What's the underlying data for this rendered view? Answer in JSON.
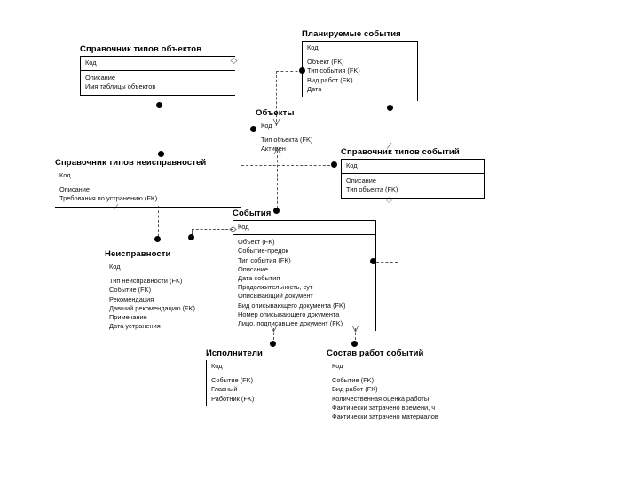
{
  "diagram": {
    "title": "ER-diagram",
    "accent_color": "#000000",
    "line_color": "#555555",
    "background": "#ffffff"
  },
  "entities": [
    {
      "id": "spravochnik-tipov-obektov",
      "name": "Справочник типов объектов",
      "pk": [
        "Код"
      ],
      "attributes": [
        "Описание",
        "Имя таблицы объектов"
      ]
    },
    {
      "id": "planiruemye-sobytiya",
      "name": "Планируемые события",
      "pk": [
        "Код"
      ],
      "attributes": [
        "Объект (FK)",
        "Тип события (FK)",
        "Вид работ (FK)",
        "Дата"
      ]
    },
    {
      "id": "obekty",
      "name": "Объекты",
      "pk": [
        "Код"
      ],
      "attributes": [
        "Тип объекта (FK)",
        "Активен"
      ]
    },
    {
      "id": "spravochnik-tipov-sobytiy",
      "name": "Справочник типов событий",
      "pk": [
        "Код"
      ],
      "attributes": [
        "Описание",
        "Тип объекта (FK)"
      ]
    },
    {
      "id": "spravochnik-tipov-neispravnostey",
      "name": "Справочник типов неисправностей",
      "pk": [
        "Код"
      ],
      "attributes": [
        "Описание",
        "Требования по устранению (FK)"
      ]
    },
    {
      "id": "sobytiya",
      "name": "События",
      "pk": [
        "Код"
      ],
      "attributes": [
        "Объект (FK)",
        "Событие-предок",
        "Тип события (FK)",
        "Описание",
        "Дата события",
        "Продолжительность, сут",
        "Описывающий документ",
        "Вид описывающего документа (FK)",
        "Номер описывающего документа",
        "Лицо, подписавшее документ (FK)"
      ]
    },
    {
      "id": "neispravnosti",
      "name": "Неисправности",
      "pk": [
        "Код"
      ],
      "attributes": [
        "Тип неисправности (FK)",
        "Событие (FK)",
        "Рекомендация",
        "Давший рекомендацию (FK)",
        "Примечание",
        "Дата устранения"
      ]
    },
    {
      "id": "ispolniteli",
      "name": "Исполнители",
      "pk": [
        "Код"
      ],
      "attributes": [
        "Событие (FK)",
        "Главный",
        "Работник (FK)"
      ]
    },
    {
      "id": "sostav-rabot-sobytiy",
      "name": "Состав работ событий",
      "pk": [
        "Код"
      ],
      "attributes": [
        "Событие (FK)",
        "Вид работ (FK)",
        "Количественная оценка работы",
        "Фактически затрачено времени, ч",
        "Фактически затрачено материалов"
      ]
    }
  ]
}
